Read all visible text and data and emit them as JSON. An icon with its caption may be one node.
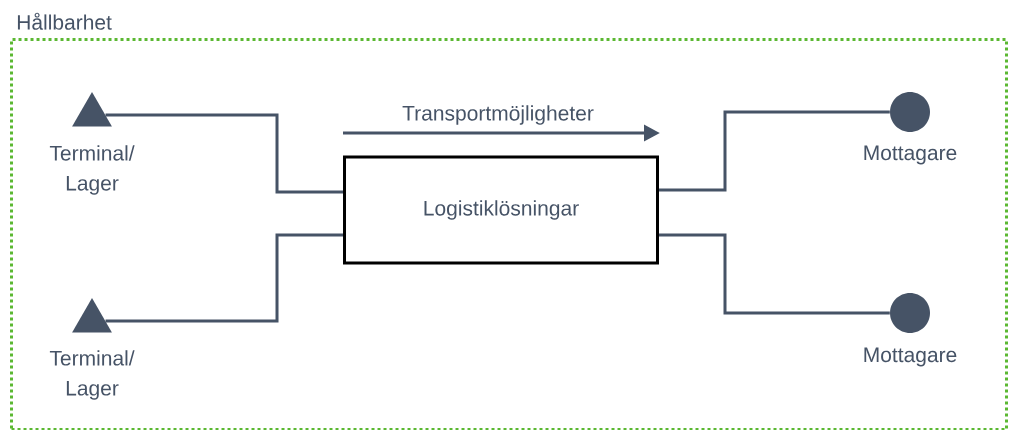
{
  "diagram": {
    "nodes": [
      {
        "text": [
          "Hållbarhet"
        ]
      },
      {
        "text": [],
        "shape": "triangle",
        "beside": [
          "Terminal/ Lager"
        ],
        "in": 0
      },
      {
        "text": [],
        "shape": "triangle",
        "beside": [
          "Terminal/ Lager"
        ],
        "in": 0
      },
      {
        "text": [
          "Logistiklösningar"
        ],
        "in": 0
      },
      {
        "text": [],
        "shape": "circle",
        "beside": [
          "Mottagare"
        ],
        "in": 0
      },
      {
        "text": [],
        "shape": "circle",
        "beside": [
          "Mottagare"
        ],
        "in": 0
      }
    ],
    "edges": [
      {
        "from": 1,
        "to": 3,
        "arrow": "none"
      },
      {
        "from": 2,
        "to": 3,
        "arrow": "none"
      },
      {
        "from": 3,
        "to": 4,
        "arrow": "none"
      },
      {
        "from": 3,
        "to": 5,
        "arrow": "none"
      }
    ],
    "labels": [
      "Transportmöjligheter"
    ]
  }
}
